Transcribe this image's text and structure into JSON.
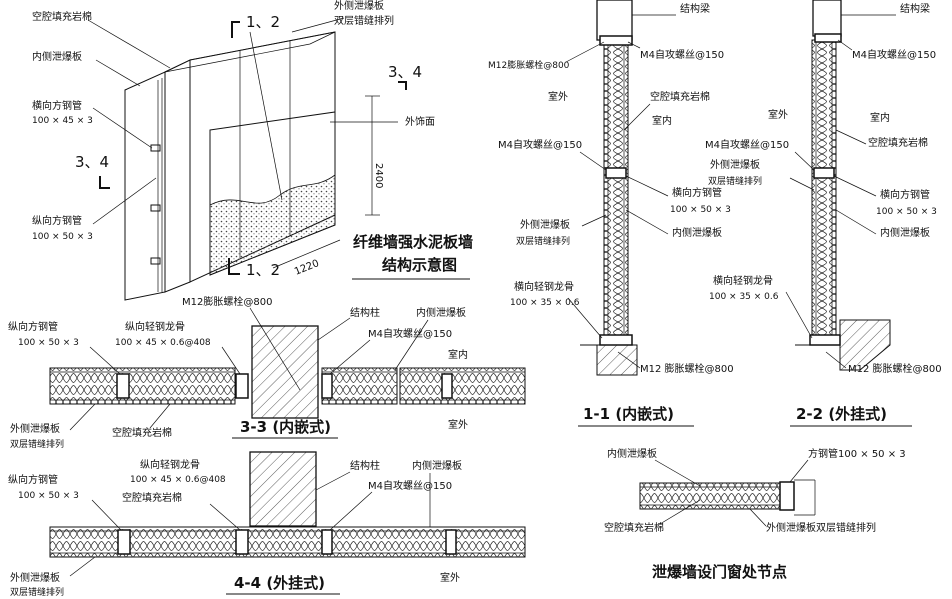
{
  "iso": {
    "title1": "纤维墙强水泥板墙",
    "title2": "结构示意图",
    "mark_12_top": "1、2",
    "mark_12_bot": "1、2",
    "mark_34_left": "3、4",
    "mark_34_right": "3、4",
    "dim_height": "2400",
    "dim_width": "1220",
    "labels": {
      "cavity": "空腔填充岩棉",
      "inner_board": "内侧泄爆板",
      "outer_board": "外侧泄爆板",
      "outer_board_note": "双层错缝排列",
      "finish": "外饰面",
      "h_steel": "横向方钢管",
      "h_steel_size": "100 × 45 × 3",
      "v_steel": "纵向方钢管",
      "v_steel_size": "100 × 50 × 3"
    }
  },
  "sec33": {
    "caption": "3-3 (内嵌式)",
    "v_steel": "纵向方钢管",
    "v_steel_size": "100 × 50 × 3",
    "keel": "纵向轻钢龙骨",
    "keel_size": "100 × 45 × 0.6@408",
    "bolt": "M12膨胀螺栓@800",
    "column": "结构柱",
    "inner_board": "内侧泄爆板",
    "screw": "M4自攻螺丝@150",
    "indoor": "室内",
    "outdoor": "室外",
    "outer_board": "外侧泄爆板",
    "outer_board_note": "双层错缝排列",
    "cavity": "空腔填充岩棉"
  },
  "sec44": {
    "caption": "4-4 (外挂式)",
    "v_steel": "纵向方钢管",
    "v_steel_size": "100 × 50 × 3",
    "keel": "纵向轻钢龙骨",
    "keel_size": "100 × 45 × 0.6@408",
    "cavity": "空腔填充岩棉",
    "column": "结构柱",
    "inner_board": "内侧泄爆板",
    "screw": "M4自攻螺丝@150",
    "outdoor": "室外",
    "outer_board": "外侧泄爆板",
    "outer_board_note": "双层错缝排列"
  },
  "sec11": {
    "caption": "1-1 (内嵌式)",
    "beam": "结构梁",
    "screw_top": "M4自攻螺丝@150",
    "bolt_top": "M12膨胀螺栓@800",
    "cavity": "空腔填充岩棉",
    "outdoor": "室外",
    "indoor": "室内",
    "screw_mid": "M4自攻螺丝@150",
    "h_steel": "横向方钢管",
    "h_steel_size": "100 × 50 × 3",
    "outer_board": "外侧泄爆板",
    "outer_board_note": "双层错缝排列",
    "inner_board": "内侧泄爆板",
    "keel": "横向轻钢龙骨",
    "keel_size": "100 × 35 × 0.6",
    "bolt_bot": "M12 膨胀螺栓@800"
  },
  "sec22": {
    "caption": "2-2 (外挂式)",
    "beam": "结构梁",
    "screw_top": "M4自攻螺丝@150",
    "outdoor": "室外",
    "indoor": "室内",
    "cavity": "空腔填充岩棉",
    "screw_mid": "M4自攻螺丝@150",
    "outer_board": "外侧泄爆板",
    "outer_board_note": "双层错缝排列",
    "h_steel": "横向方钢管",
    "h_steel_size": "100 × 50 × 3",
    "inner_board": "内侧泄爆板",
    "keel": "横向轻钢龙骨",
    "keel_size": "100 × 35 × 0.6",
    "bolt_bot": "M12 膨胀螺栓@800"
  },
  "door": {
    "caption": "泄爆墙设门窗处节点",
    "inner_board": "内侧泄爆板",
    "steel": "方钢管100 × 50 × 3",
    "cavity": "空腔填充岩棉",
    "outer_board": "外侧泄爆板双层错缝排列"
  }
}
